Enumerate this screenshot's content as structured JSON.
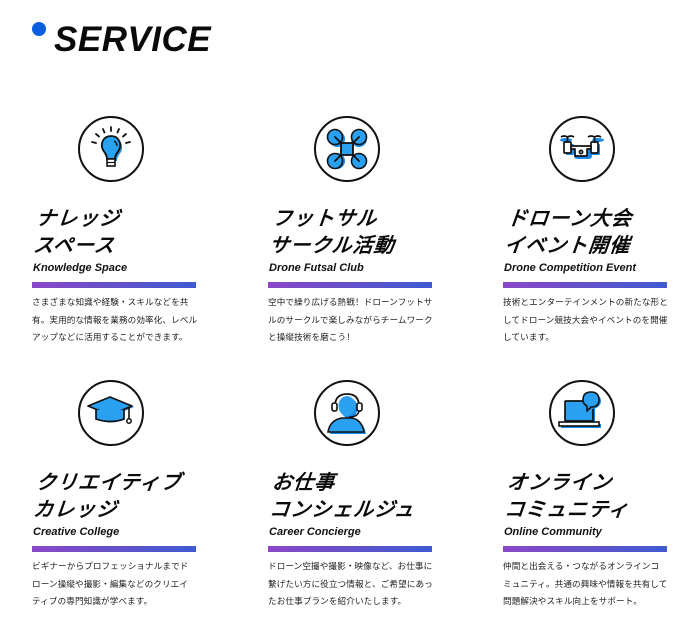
{
  "header": {
    "title": "SERVICE",
    "dot_color": "#0a5ee0"
  },
  "colors": {
    "icon_accent": "#1a8ae6",
    "bar_gradient_start": "#8a47c9",
    "bar_gradient_end": "#3f5bd2"
  },
  "services": [
    {
      "icon": "lightbulb-icon",
      "title_lines": [
        "ナレッジ",
        "スペース"
      ],
      "subtitle": "Knowledge Space",
      "description_lines": [
        "さまざまな知識や経験・スキルなどを共",
        "有。実用的な情報を業務の効率化、レベル",
        "アップなどに活用することができます。"
      ]
    },
    {
      "icon": "quadcopter-icon",
      "title_lines": [
        "フットサル",
        "サークル活動"
      ],
      "subtitle": "Drone Futsal Club",
      "description_lines": [
        "空中で繰り広げる熱戦！ドローンフットサ",
        "ルのサークルで楽しみながらチームワーク",
        "と操縦技術を磨こう！"
      ]
    },
    {
      "icon": "drone-icon",
      "title_lines": [
        "ドローン大会",
        "イベント開催"
      ],
      "subtitle": "Drone Competition Event",
      "description_lines": [
        "技術とエンターテインメントの新たな形と",
        "してドローン競技大会やイベントのを開催",
        "しています。"
      ]
    },
    {
      "icon": "graduation-cap-icon",
      "title_lines": [
        "クリエイティブ",
        "カレッジ"
      ],
      "subtitle": "Creative College",
      "description_lines": [
        "ビギナーからプロフェッショナルまでド",
        "ローン操縦や撮影・編集などのクリエイ",
        "ティブの専門知識が学べます。"
      ]
    },
    {
      "icon": "headset-person-icon",
      "title_lines": [
        "お仕事",
        "コンシェルジュ"
      ],
      "subtitle": "Career  Concierge",
      "description_lines": [
        "ドローン空撮や撮影・映像など、お仕事に",
        "繋げたい方に役立つ情報と、ご希望にあっ",
        "たお仕事プランを紹介いたします。"
      ]
    },
    {
      "icon": "laptop-chat-icon",
      "title_lines": [
        "オンライン",
        "コミュニティ"
      ],
      "subtitle": "Online Community",
      "description_lines": [
        "仲間と出会える・つながるオンラインコ",
        "ミュニティ。共通の興味や情報を共有して",
        "問題解決やスキル向上をサポート。"
      ]
    }
  ]
}
